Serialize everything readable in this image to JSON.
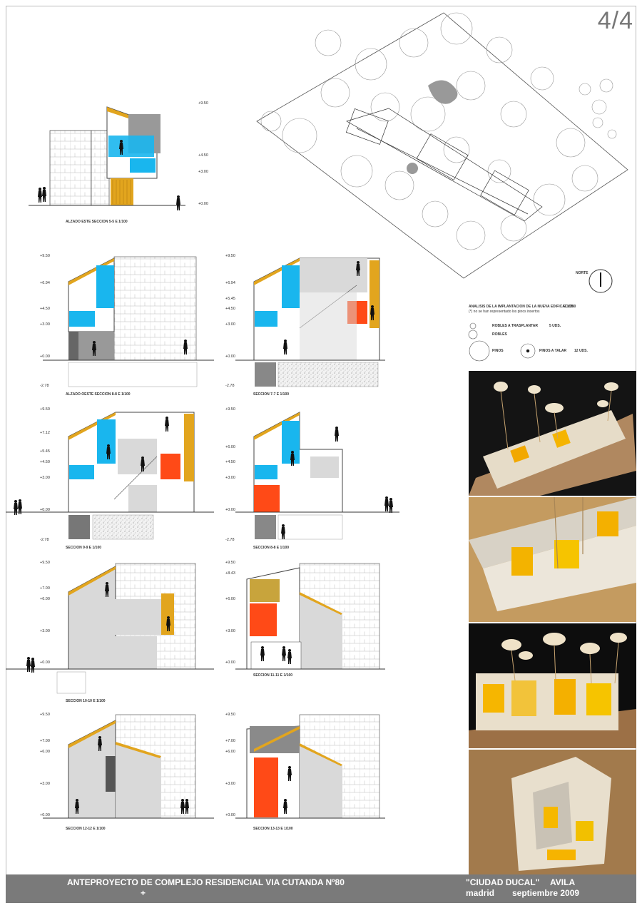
{
  "sheet_number": "4/4",
  "drawings": [
    {
      "id": "s1",
      "caption": "ALZADO ESTE    SECCION 5-5    E 1/100",
      "levels": [
        "+9.50",
        "+4.50",
        "+3.00",
        "+0.00"
      ]
    },
    {
      "id": "s2",
      "caption": "ALZADO OESTE    SECCION 8-8    E 1/100",
      "levels": [
        "+9.50",
        "+6.94",
        "+4.50",
        "+3.00",
        "+0.00",
        "-2.78"
      ]
    },
    {
      "id": "s3",
      "caption": "SECCION 7-7    E 1/100",
      "levels": [
        "+9.50",
        "+6.94",
        "+5.45",
        "+4.50",
        "+3.00",
        "+0.00",
        "-2.78"
      ]
    },
    {
      "id": "s4",
      "caption": "SECCION 9-9    E 1/100",
      "levels": [
        "+9.50",
        "+7.12",
        "+5.45",
        "+4.50",
        "+3.00",
        "+0.00",
        "-2.78"
      ]
    },
    {
      "id": "s5",
      "caption": "SECCION 8-8    E 1/100",
      "levels": [
        "+9.50",
        "+6.00",
        "+4.50",
        "+3.00",
        "+0.00",
        "-2.78"
      ]
    },
    {
      "id": "s6",
      "caption": "SECCION 10-10    E 1/100",
      "levels": [
        "+9.50",
        "+7.00",
        "+6.00",
        "+3.00",
        "+0.00"
      ]
    },
    {
      "id": "s7",
      "caption": "SECCION 11-11    E 1/100",
      "levels": [
        "+9.50",
        "+8.43",
        "+6.00",
        "+3.00",
        "+0.00"
      ]
    },
    {
      "id": "s8",
      "caption": "SECCION 12-12    E 1/100",
      "levels": [
        "+9.50",
        "+7.00",
        "+6.00",
        "+3.00",
        "+0.00"
      ]
    },
    {
      "id": "s9",
      "caption": "SECCION 13-13    E 1/100",
      "levels": [
        "+9.50",
        "+7.00",
        "+6.00",
        "+3.00",
        "+0.00"
      ]
    }
  ],
  "site_plan": {
    "north_label": "NORTE",
    "title": "ANALISIS DE LA  IMPLANTACION DE LA NUEVA EDIFICACION",
    "scale": "E 1/250",
    "note": "(*) no se han representado los pinos inxertos",
    "legend": [
      {
        "label": "ROBLES A TRASPLANTAR",
        "count": "5 UDS."
      },
      {
        "label": "ROBLES",
        "count": ""
      },
      {
        "label": "PINOS",
        "count": ""
      },
      {
        "label": "PINOS A TALAR",
        "count": "12 UDS."
      }
    ]
  },
  "footer": {
    "project": "ANTEPROYECTO DE COMPLEJO RESIDENCIAL VIA CUTANDA Nº80",
    "plus": "+",
    "name": "\"CIUDAD DUCAL\"",
    "city": "AVILA",
    "place": "madrid",
    "date": "septiembre 2009"
  },
  "colors": {
    "accent_blue": "#19b6ee",
    "accent_orange": "#ff4a17",
    "accent_gold": "#e2a51e",
    "footer_bg": "#7a7a7a",
    "wall_grey": "#d9d9d9"
  }
}
